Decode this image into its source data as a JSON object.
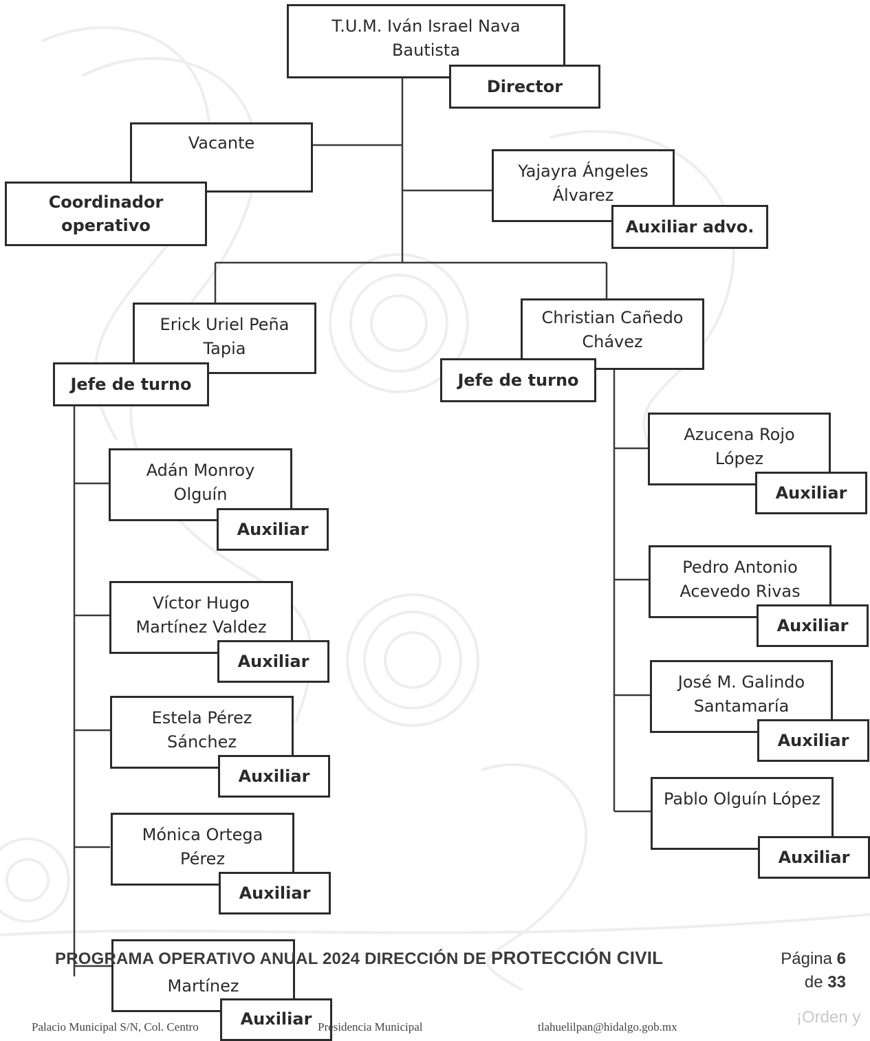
{
  "org_chart": {
    "director": {
      "name": "T.U.M. Iván Israel Nava Bautista",
      "role": "Director"
    },
    "coordinator": {
      "name": "Vacante",
      "role": "Coordinador operativo"
    },
    "admin": {
      "name": "Yajayra Ángeles Álvarez",
      "role": "Auxiliar advo."
    },
    "shift_left": {
      "chief": {
        "name": "Erick Uriel Peña Tapia",
        "role": "Jefe de turno"
      },
      "members": [
        {
          "name": "Adán Monroy Olguín",
          "role": "Auxiliar"
        },
        {
          "name": "Víctor Hugo Martínez Valdez",
          "role": "Auxiliar"
        },
        {
          "name": "Estela Pérez Sánchez",
          "role": "Auxiliar"
        },
        {
          "name": "Mónica Ortega Pérez",
          "role": "Auxiliar"
        },
        {
          "name": "Martínez",
          "role": "Auxiliar"
        }
      ]
    },
    "shift_right": {
      "chief": {
        "name": "Christian Cañedo Chávez",
        "role": "Jefe de turno"
      },
      "members": [
        {
          "name": "Azucena Rojo López",
          "role": "Auxiliar"
        },
        {
          "name": "Pedro Antonio Acevedo Rivas",
          "role": "Auxiliar"
        },
        {
          "name": "José M. Galindo Santamaría",
          "role": "Auxiliar"
        },
        {
          "name": "Pablo Olguín López",
          "role": "Auxiliar"
        }
      ]
    }
  },
  "footer": {
    "title_main": "PROGRAMA OPERATIVO ANUAL 2024 DIRECCIÓN DE",
    "title_end": "PROTECCIÓN CIVIL",
    "page_word": "Página",
    "page_num": "6",
    "of_word": "de",
    "page_total": "33",
    "address": "Palacio Municipal S/N, Col. Centro",
    "office": "Presidencia Municipal",
    "email": "tlahuelilpan@hidalgo.gob.mx",
    "motto": "¡Orden y"
  }
}
